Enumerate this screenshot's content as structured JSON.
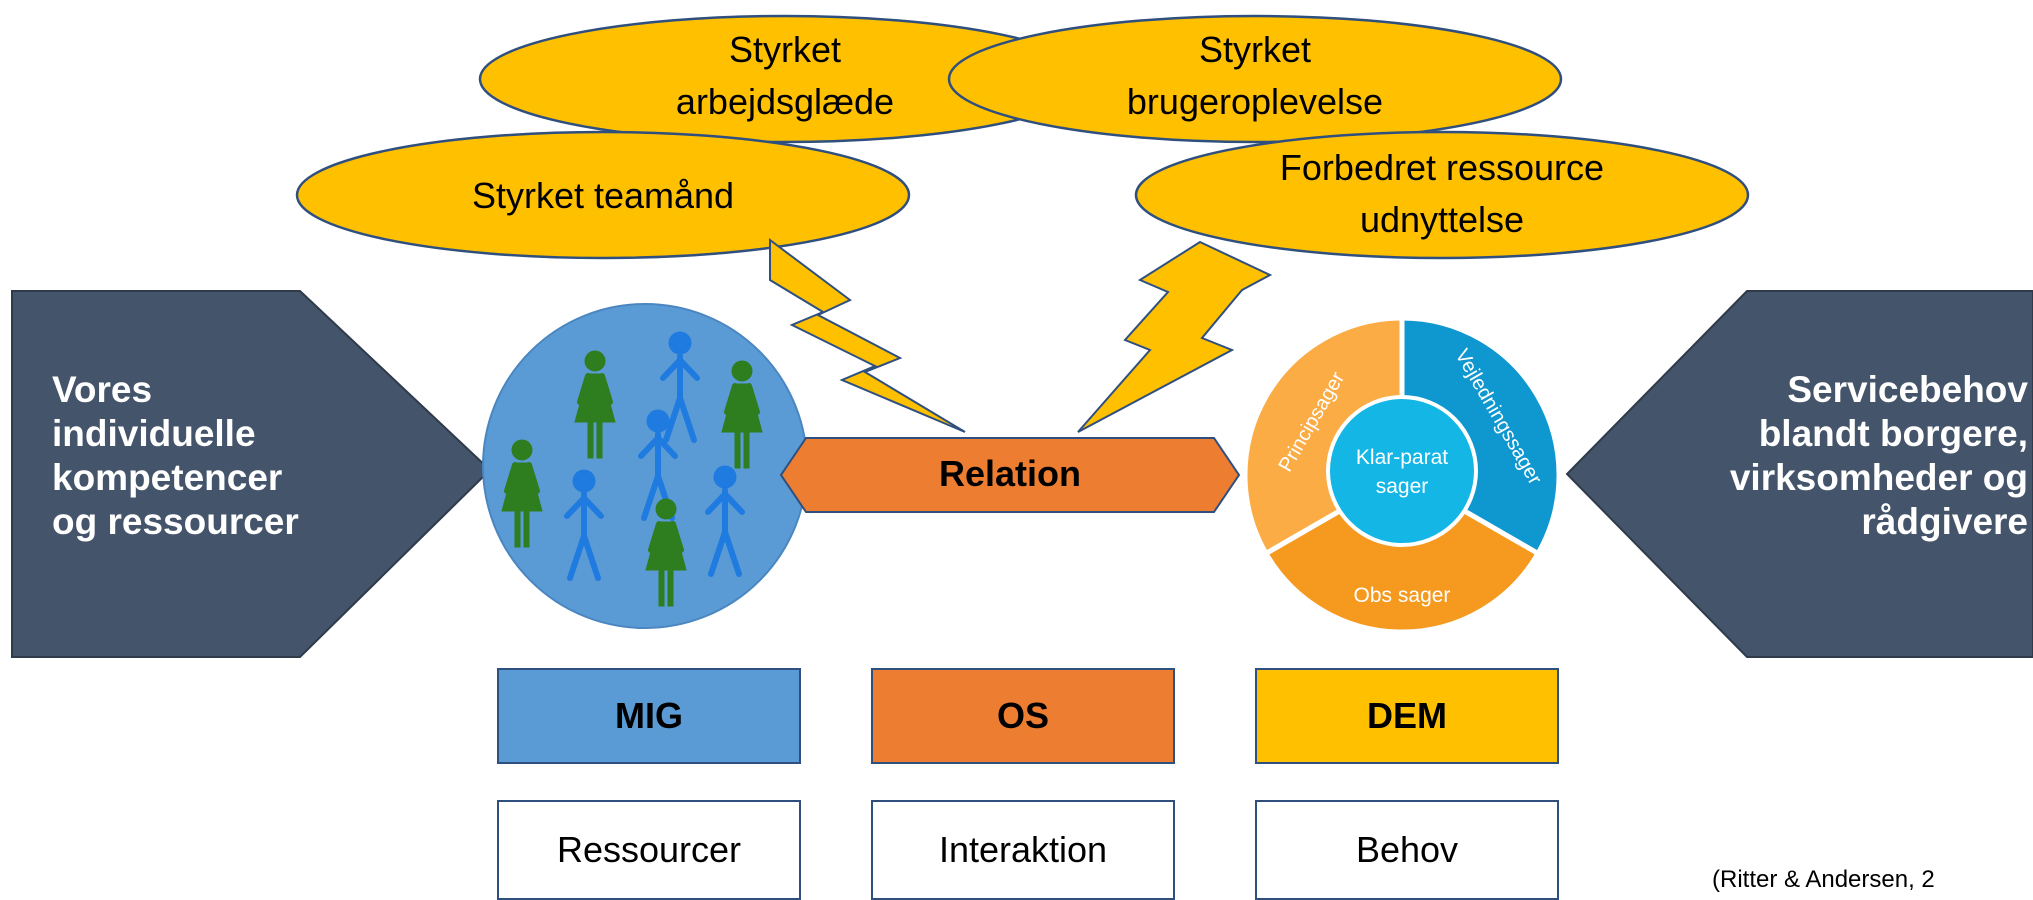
{
  "clouds": [
    {
      "lines": [
        "Styrket",
        "arbejdsglæde"
      ]
    },
    {
      "lines": [
        "Styrket",
        "brugeroplevelse"
      ]
    },
    {
      "lines": [
        "Styrket teamånd"
      ]
    },
    {
      "lines": [
        "Forbedret ressource",
        "udnyttelse"
      ]
    }
  ],
  "left_block": {
    "lines": [
      "Vores",
      "individuelle",
      "kompetencer",
      "og ressourcer"
    ]
  },
  "right_block": {
    "lines": [
      "Servicebehov",
      "blandt borgere,",
      "virksomheder og",
      "rådgivere"
    ]
  },
  "relation": {
    "label": "Relation"
  },
  "wheel": {
    "center": [
      "Klar-parat",
      "sager"
    ],
    "segments": {
      "top_left": "Principsager",
      "top_right": "Vejledningssager",
      "bottom": "Obs sager"
    }
  },
  "columns": [
    {
      "label": "MIG",
      "value": "Ressourcer",
      "color": "#5b9bd5"
    },
    {
      "label": "OS",
      "value": "Interaktion",
      "color": "#ed7d31"
    },
    {
      "label": "DEM",
      "value": "Behov",
      "color": "#ffc000"
    }
  ],
  "citation": "(Ritter & Andersen, 2",
  "colors": {
    "cloud_fill": "#ffc000",
    "cloud_stroke": "#2f4f7f",
    "side_block": "#44546a",
    "people_circle": "#5b9bd5",
    "person_blue": "#1f7be0",
    "person_green": "#2e7d1f",
    "relation_fill": "#ed7d31",
    "wheel_principsager": "#fbac45",
    "wheel_vejledning": "#0f97cf",
    "wheel_obs": "#f59a1f",
    "wheel_center": "#14b6e6"
  },
  "icons": [
    "lightning-bolt-icon",
    "person-icon"
  ]
}
